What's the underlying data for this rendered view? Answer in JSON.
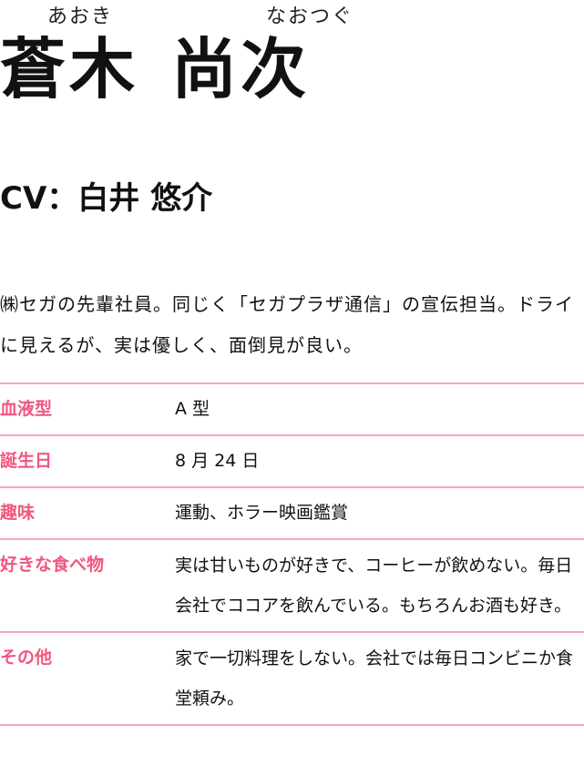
{
  "ruby": {
    "family": "あおき",
    "given": "なおつぐ"
  },
  "name": {
    "family": "蒼木",
    "given": "尚次"
  },
  "cv": "CV：白井 悠介",
  "description": "㈱セガの先輩社員。同じく「セガプラザ通信」の宣伝担当。ドライに見えるが、実は優しく、面倒見が良い。",
  "profile": [
    {
      "label": "血液型",
      "value": "A 型"
    },
    {
      "label": "誕生日",
      "value": "8 月 24 日"
    },
    {
      "label": "趣味",
      "value": "運動、ホラー映画鑑賞"
    },
    {
      "label": "好きな食べ物",
      "value": "実は甘いものが好きで、コーヒーが飲めない。毎日会社でココアを飲んでいる。もちろんお酒も好き。"
    },
    {
      "label": "その他",
      "value": "家で一切料理をしない。会社では毎日コンビニか食堂頼み。"
    }
  ],
  "colors": {
    "label": "#f0577f",
    "rule": "#f7a8b8"
  }
}
